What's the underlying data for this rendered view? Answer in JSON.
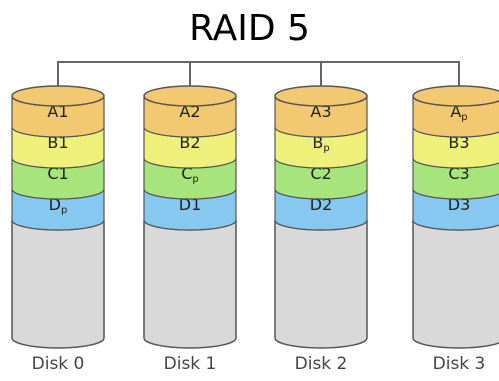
{
  "title": "RAID 5",
  "colors": {
    "a_band": "#f2c970",
    "b_band": "#eef07a",
    "c_band": "#a7e57c",
    "d_band": "#86c8f0",
    "empty": "#d9d9d9",
    "outline": "#555555",
    "connector": "#666666"
  },
  "disks": [
    {
      "label": "Disk 0",
      "blocks": [
        {
          "main": "A",
          "sub": "1"
        },
        {
          "main": "B",
          "sub": "1"
        },
        {
          "main": "C",
          "sub": "1"
        },
        {
          "main": "D",
          "sub": "p"
        }
      ]
    },
    {
      "label": "Disk 1",
      "blocks": [
        {
          "main": "A",
          "sub": "2"
        },
        {
          "main": "B",
          "sub": "2"
        },
        {
          "main": "C",
          "sub": "p"
        },
        {
          "main": "D",
          "sub": "1"
        }
      ]
    },
    {
      "label": "Disk 2",
      "blocks": [
        {
          "main": "A",
          "sub": "3"
        },
        {
          "main": "B",
          "sub": "p"
        },
        {
          "main": "C",
          "sub": "2"
        },
        {
          "main": "D",
          "sub": "2"
        }
      ]
    },
    {
      "label": "Disk 3",
      "blocks": [
        {
          "main": "A",
          "sub": "p"
        },
        {
          "main": "B",
          "sub": "3"
        },
        {
          "main": "C",
          "sub": "3"
        },
        {
          "main": "D",
          "sub": "3"
        }
      ]
    }
  ]
}
